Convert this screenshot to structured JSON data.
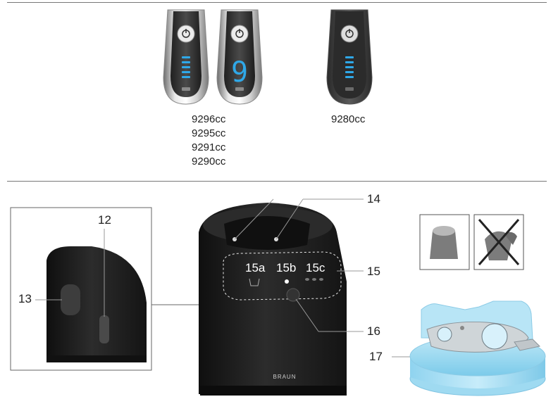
{
  "models": {
    "group_a": [
      "9296cc",
      "9295cc",
      "9291cc",
      "9290cc"
    ],
    "group_b": [
      "9280cc"
    ],
    "display_digit": "9"
  },
  "callouts": {
    "c12": "12",
    "c13": "13",
    "c14": "14",
    "c15": "15",
    "c15a": "15a",
    "c15b": "15b",
    "c15c": "15c",
    "c16": "16",
    "c17": "17"
  },
  "station": {
    "brand": "BRAUN"
  },
  "colors": {
    "led_blue": "#2fa8e8",
    "handle_dark": "#3a3a3a",
    "cartridge_blue": "#8fd3ef",
    "station_black": "#1e1e1e"
  },
  "icons": [
    "power-icon",
    "do-not-icon",
    "shaver-head-icon",
    "cleaning-cartridge-icon"
  ]
}
